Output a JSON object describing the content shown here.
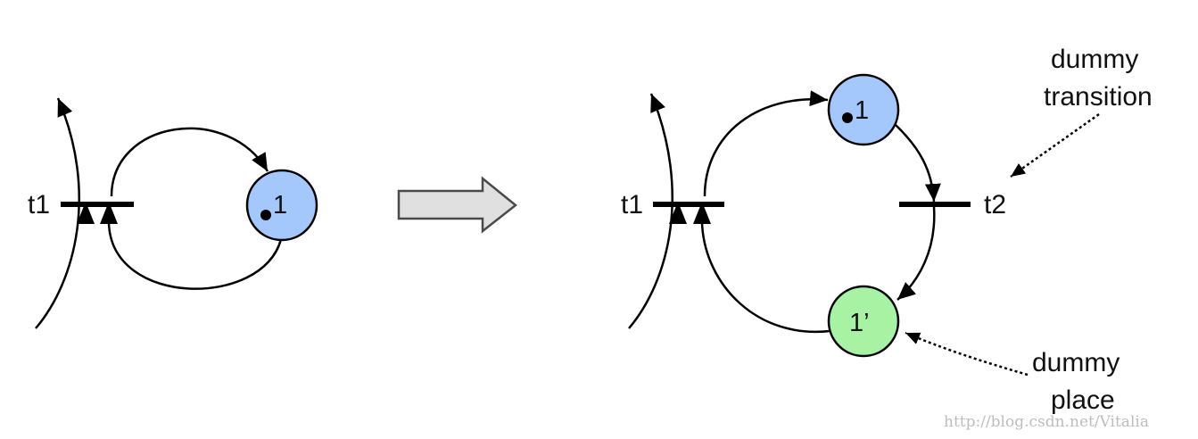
{
  "left_net": {
    "transition_label": "t1",
    "place_label": "1",
    "place_color": "#a4c8fb"
  },
  "right_net": {
    "transition_t1_label": "t1",
    "transition_t2_label": "t2",
    "place_1_label": "1",
    "place_1_color": "#a4c8fb",
    "place_dummy_label": "1’",
    "place_dummy_color": "#a7f3a3"
  },
  "annotations": {
    "dummy_transition": [
      "dummy",
      "transition"
    ],
    "dummy_place": [
      "dummy",
      "place"
    ]
  },
  "transform_arrow_color": "#e0e0e0",
  "watermark": "http://blog.csdn.net/Vitalia"
}
